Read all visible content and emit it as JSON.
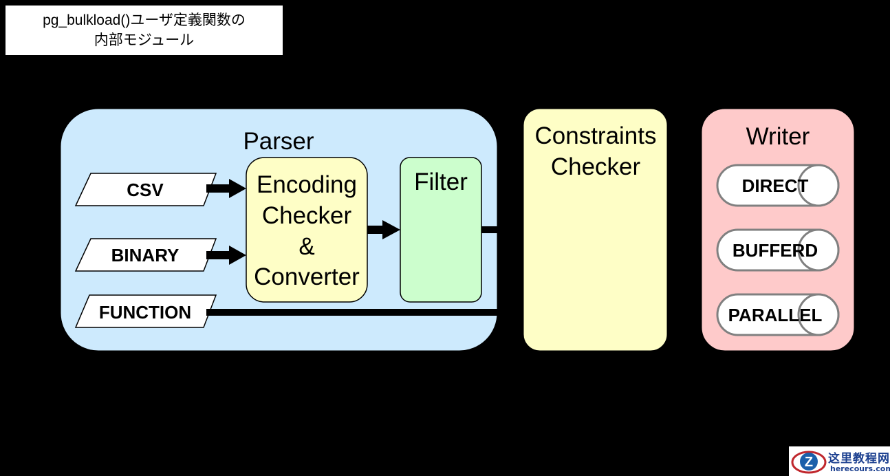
{
  "title": {
    "line1": "pg_bulkload()ユーザ定義関数の",
    "line2": "内部モジュール"
  },
  "parser": {
    "label": "Parser",
    "inputs": [
      "CSV",
      "BINARY",
      "FUNCTION"
    ],
    "encoding": {
      "line1": "Encoding",
      "line2": "Checker",
      "line3": "&",
      "line4": "Converter"
    },
    "filter": "Filter"
  },
  "constraints": {
    "line1": "Constraints",
    "line2": "Checker"
  },
  "writer": {
    "label": "Writer",
    "modes": [
      "DIRECT",
      "BUFFERD",
      "PARALLEL"
    ]
  },
  "watermark": {
    "name": "这里教程网",
    "url": "herecours.com"
  },
  "colors": {
    "parser_fill": "#cdeafd",
    "encoding_fill": "#fefec6",
    "filter_fill": "#ccfecd",
    "constraints_fill": "#fefec6",
    "writer_fill": "#fecaca",
    "background": "#000000"
  }
}
